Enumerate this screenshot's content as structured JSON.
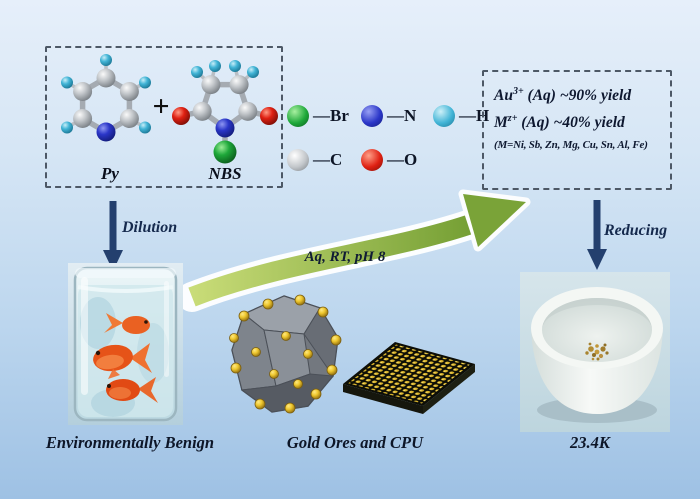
{
  "reactants": {
    "py_label": "Py",
    "plus_sign": "+",
    "nbs_label": "NBS"
  },
  "legend": {
    "items": [
      {
        "atom": "Br",
        "label": "—Br",
        "color": "#1ea83a"
      },
      {
        "atom": "N",
        "label": "—N",
        "color": "#2a36c8"
      },
      {
        "atom": "H",
        "label": "—H",
        "color": "#41b4d6"
      },
      {
        "atom": "C",
        "label": "—C",
        "color": "#c2c6ca"
      },
      {
        "atom": "O",
        "label": "—O",
        "color": "#df2012"
      }
    ]
  },
  "products": {
    "line1_base": "Au",
    "line1_sup": "3+",
    "line1_rest": " (Aq) ~90% yield",
    "line2_base": "M",
    "line2_sup": "z+",
    "line2_rest": " (Aq) ~40% yield",
    "line3": "(M=Ni, Sb, Zn, Mg, Cu, Sn, Al, Fe)"
  },
  "process": {
    "dilution": "Dilution",
    "conditions": "Aq, RT, pH 8",
    "reducing": "Reducing"
  },
  "captions": {
    "fish": "Environmentally Benign",
    "middle": "Gold Ores and CPU",
    "crucible": "23.4K"
  },
  "colors": {
    "background_top": "#e6effa",
    "background_bottom": "#9ec1e4",
    "reaction_arrow_green": "#86a93e",
    "process_arrow_navy": "#24406e",
    "dashed_border": "#4d5866",
    "text": "#0d1628",
    "gold": "#eec72e"
  }
}
